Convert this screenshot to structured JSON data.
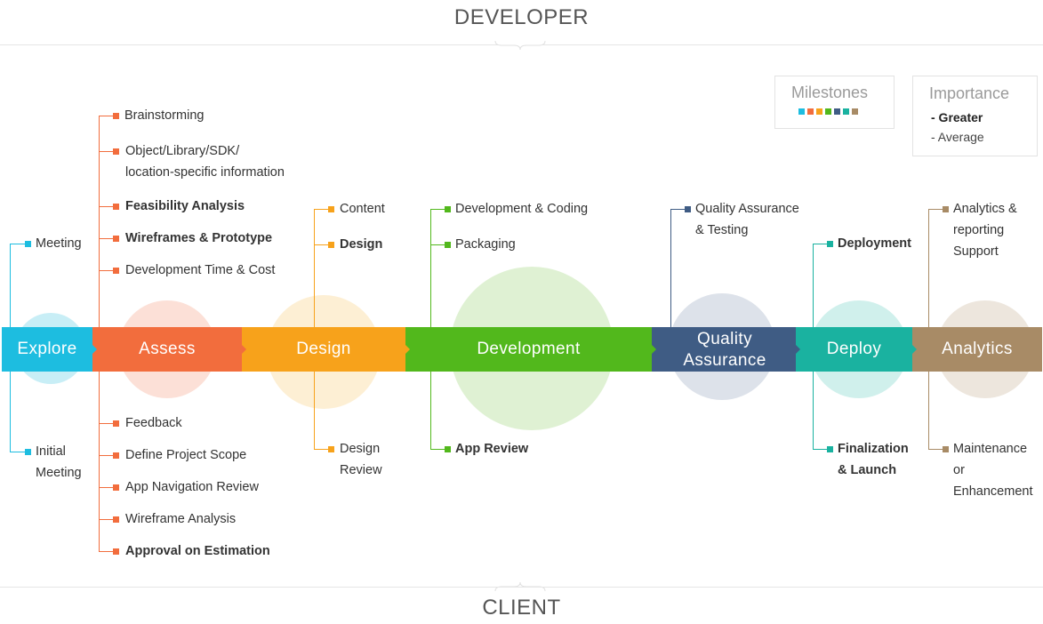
{
  "header": {
    "title": "DEVELOPER"
  },
  "footer": {
    "title": "CLIENT"
  },
  "legend": {
    "milestones": {
      "title": "Milestones",
      "colors": [
        "#1dbde0",
        "#f26d3d",
        "#f7a21b",
        "#52b81c",
        "#3f5c84",
        "#1ab2a0",
        "#a88b66"
      ]
    },
    "importance": {
      "title": "Importance",
      "greater": "- Greater",
      "average": "- Average"
    }
  },
  "stages": [
    {
      "name": "Explore",
      "color": "#1dbde0",
      "circle_color": "#c8eef6"
    },
    {
      "name": "Assess",
      "color": "#f26d3d",
      "circle_color": "#fce0d7"
    },
    {
      "name": "Design",
      "color": "#f7a21b",
      "circle_color": "#fdefd4"
    },
    {
      "name": "Development",
      "color": "#52b81c",
      "circle_color": "#dff1d3"
    },
    {
      "name": "Quality Assurance",
      "color": "#3f5c84",
      "circle_color": "#dde2ea"
    },
    {
      "name": "Deploy",
      "color": "#1ab2a0",
      "circle_color": "#d0f0ec"
    },
    {
      "name": "Analytics",
      "color": "#a88b66",
      "circle_color": "#ede6dd"
    }
  ],
  "developer_items": {
    "explore": [
      {
        "text": "Meeting",
        "bold": false
      }
    ],
    "assess": [
      {
        "text": "Brainstorming",
        "bold": false
      },
      {
        "text": "Object/Library/SDK/",
        "bold": false
      },
      {
        "text": "location-specific information",
        "bold": false
      },
      {
        "text": "Feasibility Analysis",
        "bold": true
      },
      {
        "text": "Wireframes & Prototype",
        "bold": true
      },
      {
        "text": "Development Time & Cost",
        "bold": false
      }
    ],
    "design": [
      {
        "text": "Content",
        "bold": false
      },
      {
        "text": "Design",
        "bold": true
      }
    ],
    "development": [
      {
        "text": "Development & Coding",
        "bold": false
      },
      {
        "text": "Packaging",
        "bold": false
      }
    ],
    "qa": [
      {
        "text": "Quality Assurance",
        "bold": false
      },
      {
        "text": "& Testing",
        "bold": false
      }
    ],
    "deploy": [
      {
        "text": "Deployment",
        "bold": true
      }
    ],
    "analytics": [
      {
        "text": "Analytics &",
        "bold": false
      },
      {
        "text": "reporting",
        "bold": false
      },
      {
        "text": "Support",
        "bold": false
      }
    ]
  },
  "client_items": {
    "explore": [
      {
        "text": "Initial",
        "bold": false
      },
      {
        "text": "Meeting",
        "bold": false
      }
    ],
    "assess": [
      {
        "text": "Feedback",
        "bold": false
      },
      {
        "text": "Define Project Scope",
        "bold": false
      },
      {
        "text": "App Navigation Review",
        "bold": false
      },
      {
        "text": "Wireframe Analysis",
        "bold": false
      },
      {
        "text": "Approval on Estimation",
        "bold": true
      }
    ],
    "design": [
      {
        "text": "Design",
        "bold": false
      },
      {
        "text": "Review",
        "bold": false
      }
    ],
    "development": [
      {
        "text": "App Review",
        "bold": true
      }
    ],
    "deploy": [
      {
        "text": "Finalization",
        "bold": true
      },
      {
        "text": "& Launch",
        "bold": true
      }
    ],
    "analytics": [
      {
        "text": "Maintenance",
        "bold": false
      },
      {
        "text": "or",
        "bold": false
      },
      {
        "text": "Enhancement",
        "bold": false
      }
    ]
  }
}
